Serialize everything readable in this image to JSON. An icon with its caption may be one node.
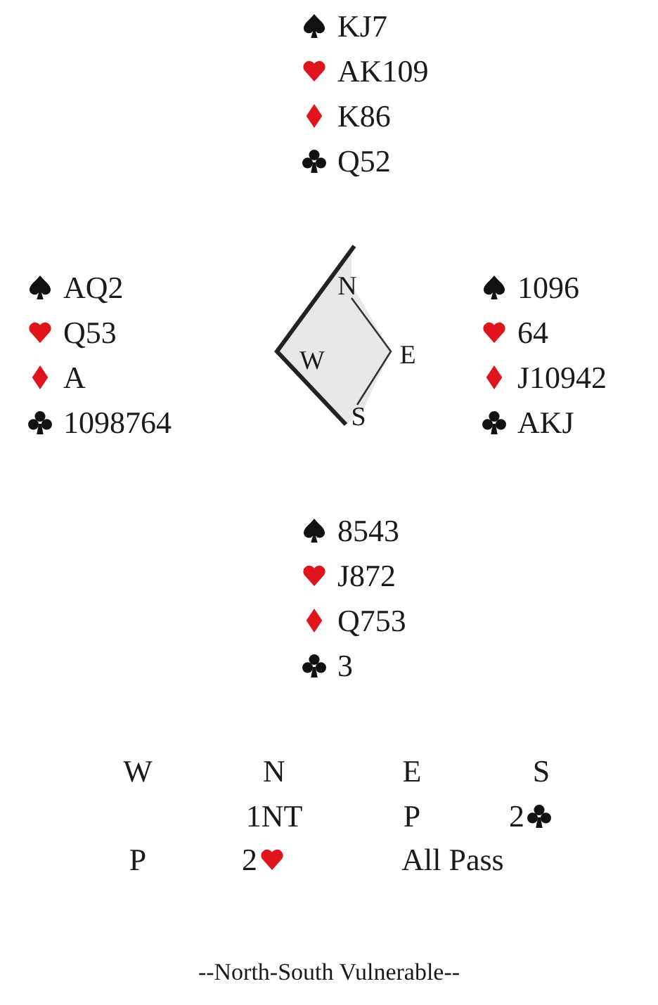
{
  "diagram": {
    "nodes": [
      {
        "text": [
          "N",
          "E",
          "S",
          "W"
        ]
      }
    ],
    "labels": [
      "KJ7",
      "AK109",
      "K86",
      "Q52",
      "AQ2",
      "1096",
      "Q53",
      "64",
      "A",
      "J10942",
      "1098764",
      "AKJ",
      "8543",
      "J872",
      "Q753",
      "3",
      "W",
      "N",
      "E",
      "S",
      "1NT",
      "P",
      "2",
      "P",
      "2",
      "All Pass",
      "--North-South Vulnerable--"
    ]
  }
}
